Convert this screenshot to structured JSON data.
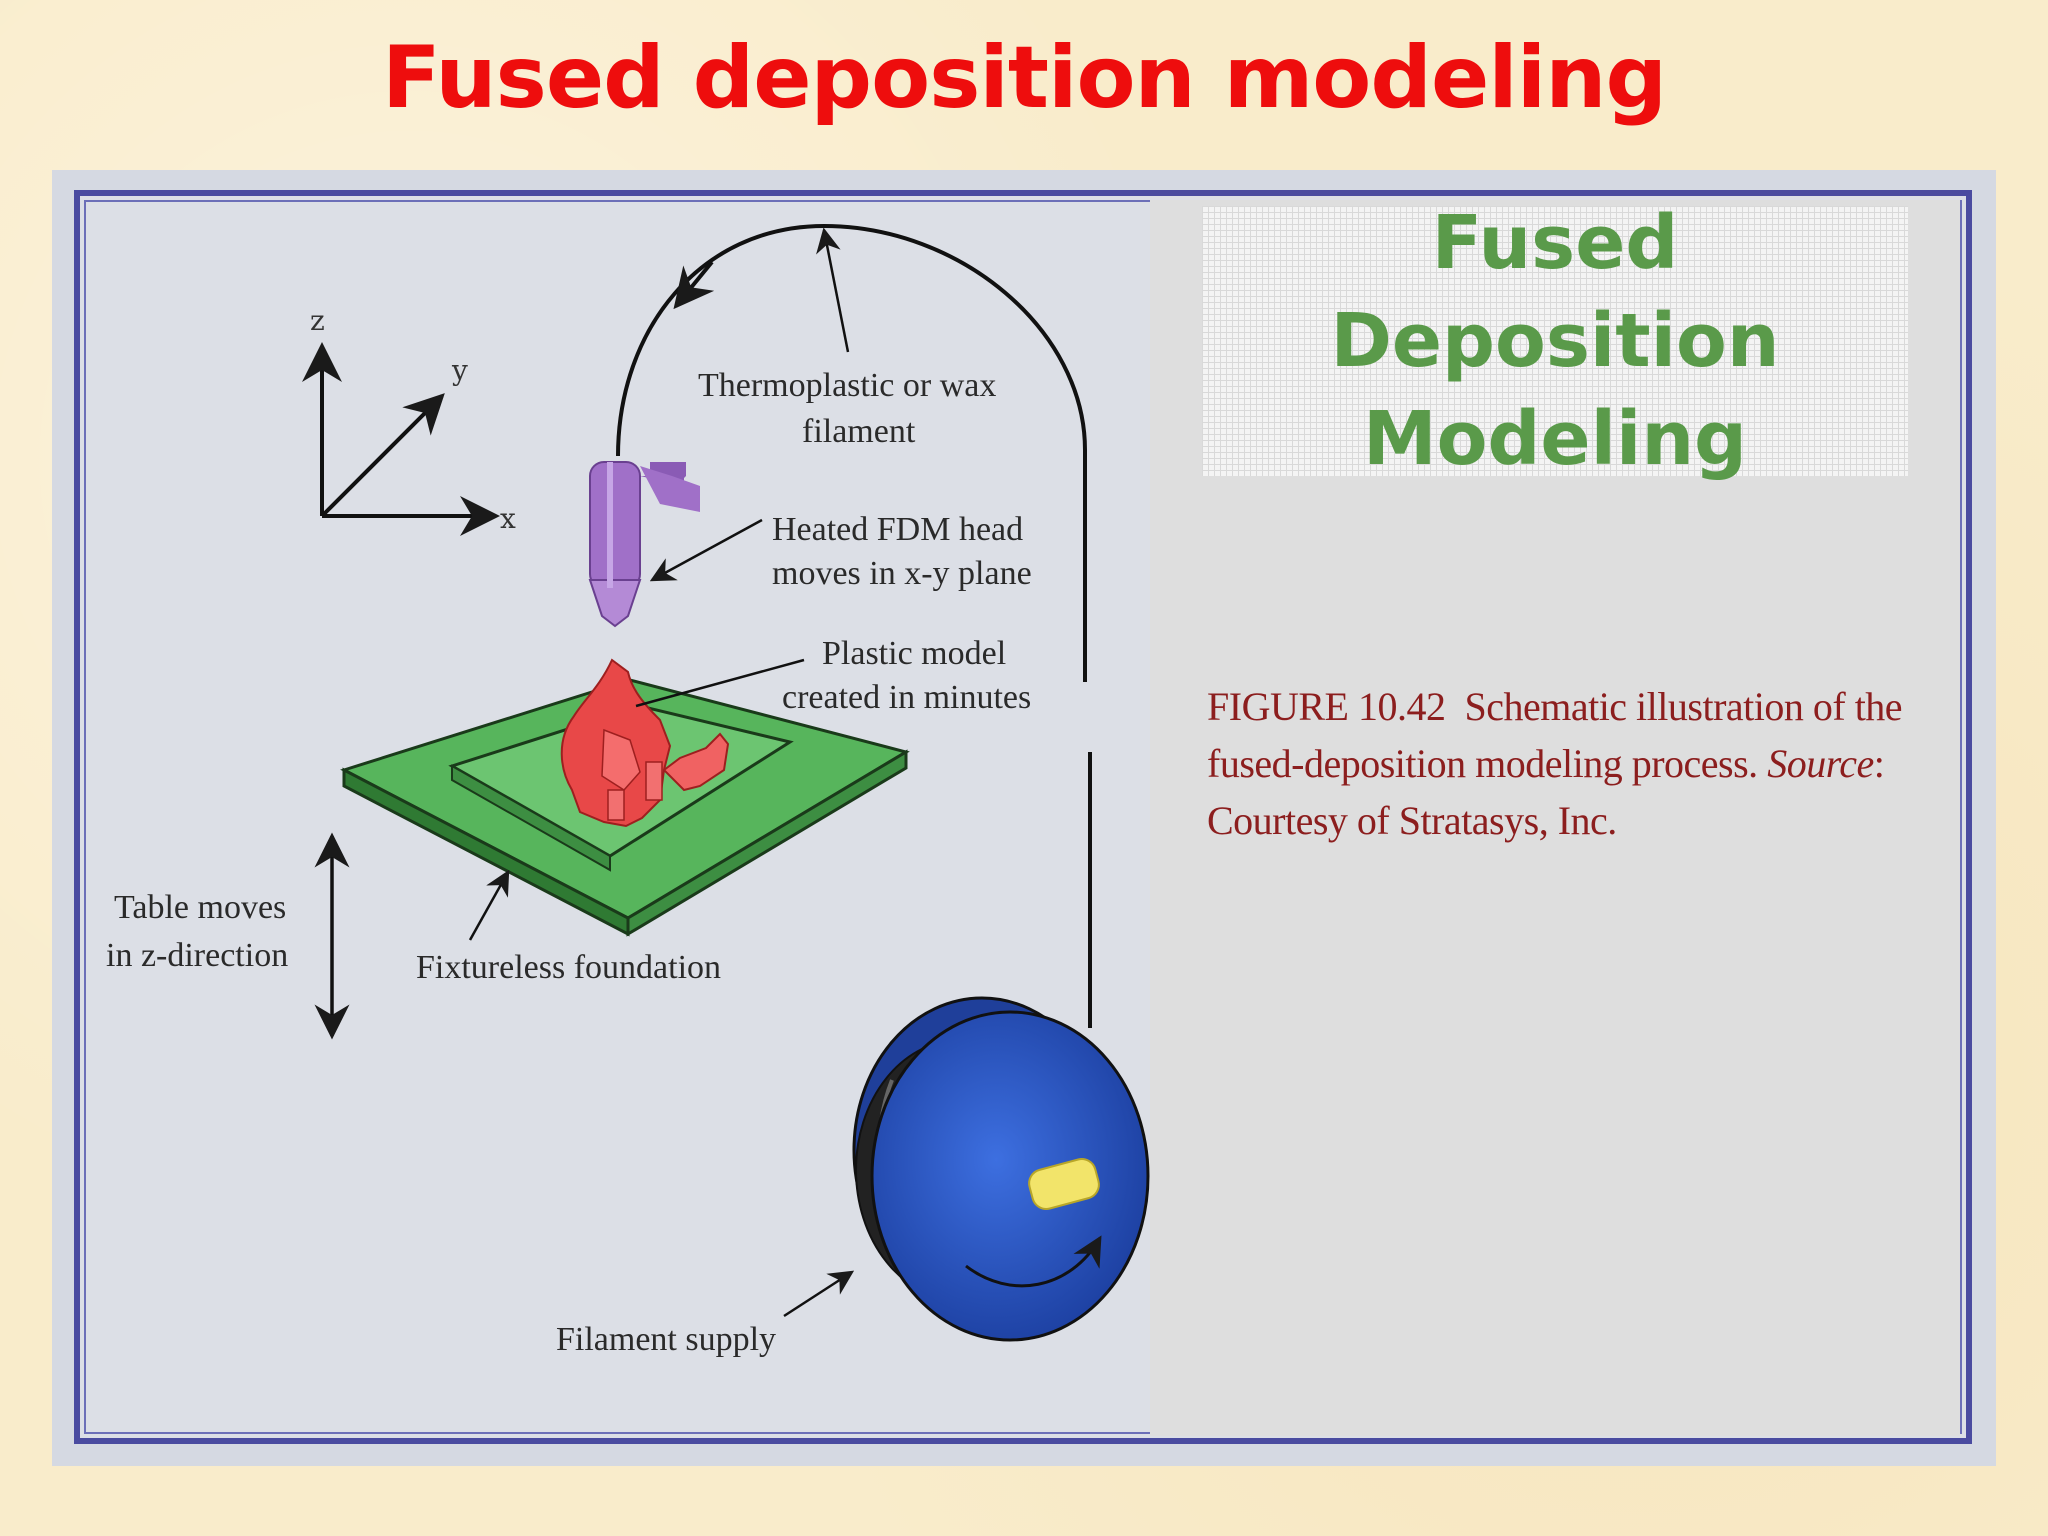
{
  "title": "Fused deposition modeling",
  "logo": {
    "lines": [
      "Fused",
      "Deposition",
      "Modeling"
    ]
  },
  "caption": {
    "figure": "FIGURE 10.42",
    "text1": "Schematic illustration of the fused-deposition modeling process. ",
    "source_word": "Source",
    "text2": ": Courtesy of Stratasys, Inc."
  },
  "axes": {
    "z": "z",
    "y": "y",
    "x": "x"
  },
  "labels": {
    "filament_l1": "Thermoplastic or wax",
    "filament_l2": "filament",
    "head_l1": "Heated FDM head",
    "head_l2": "moves in x-y plane",
    "model_l1": "Plastic model",
    "model_l2": "created in minutes",
    "table_l1": "Table moves",
    "table_l2": "in z-direction",
    "foundation": "Fixtureless foundation",
    "supply": "Filament supply"
  },
  "colors": {
    "title": "#ee0d0d",
    "logo_text": "#5a9a4a",
    "caption_text": "#8c1e1e",
    "frame": "#4a4ba0",
    "head": "#a070c8",
    "model": "#e84848",
    "table": "#4caf50",
    "spool": "#2a57c8"
  }
}
